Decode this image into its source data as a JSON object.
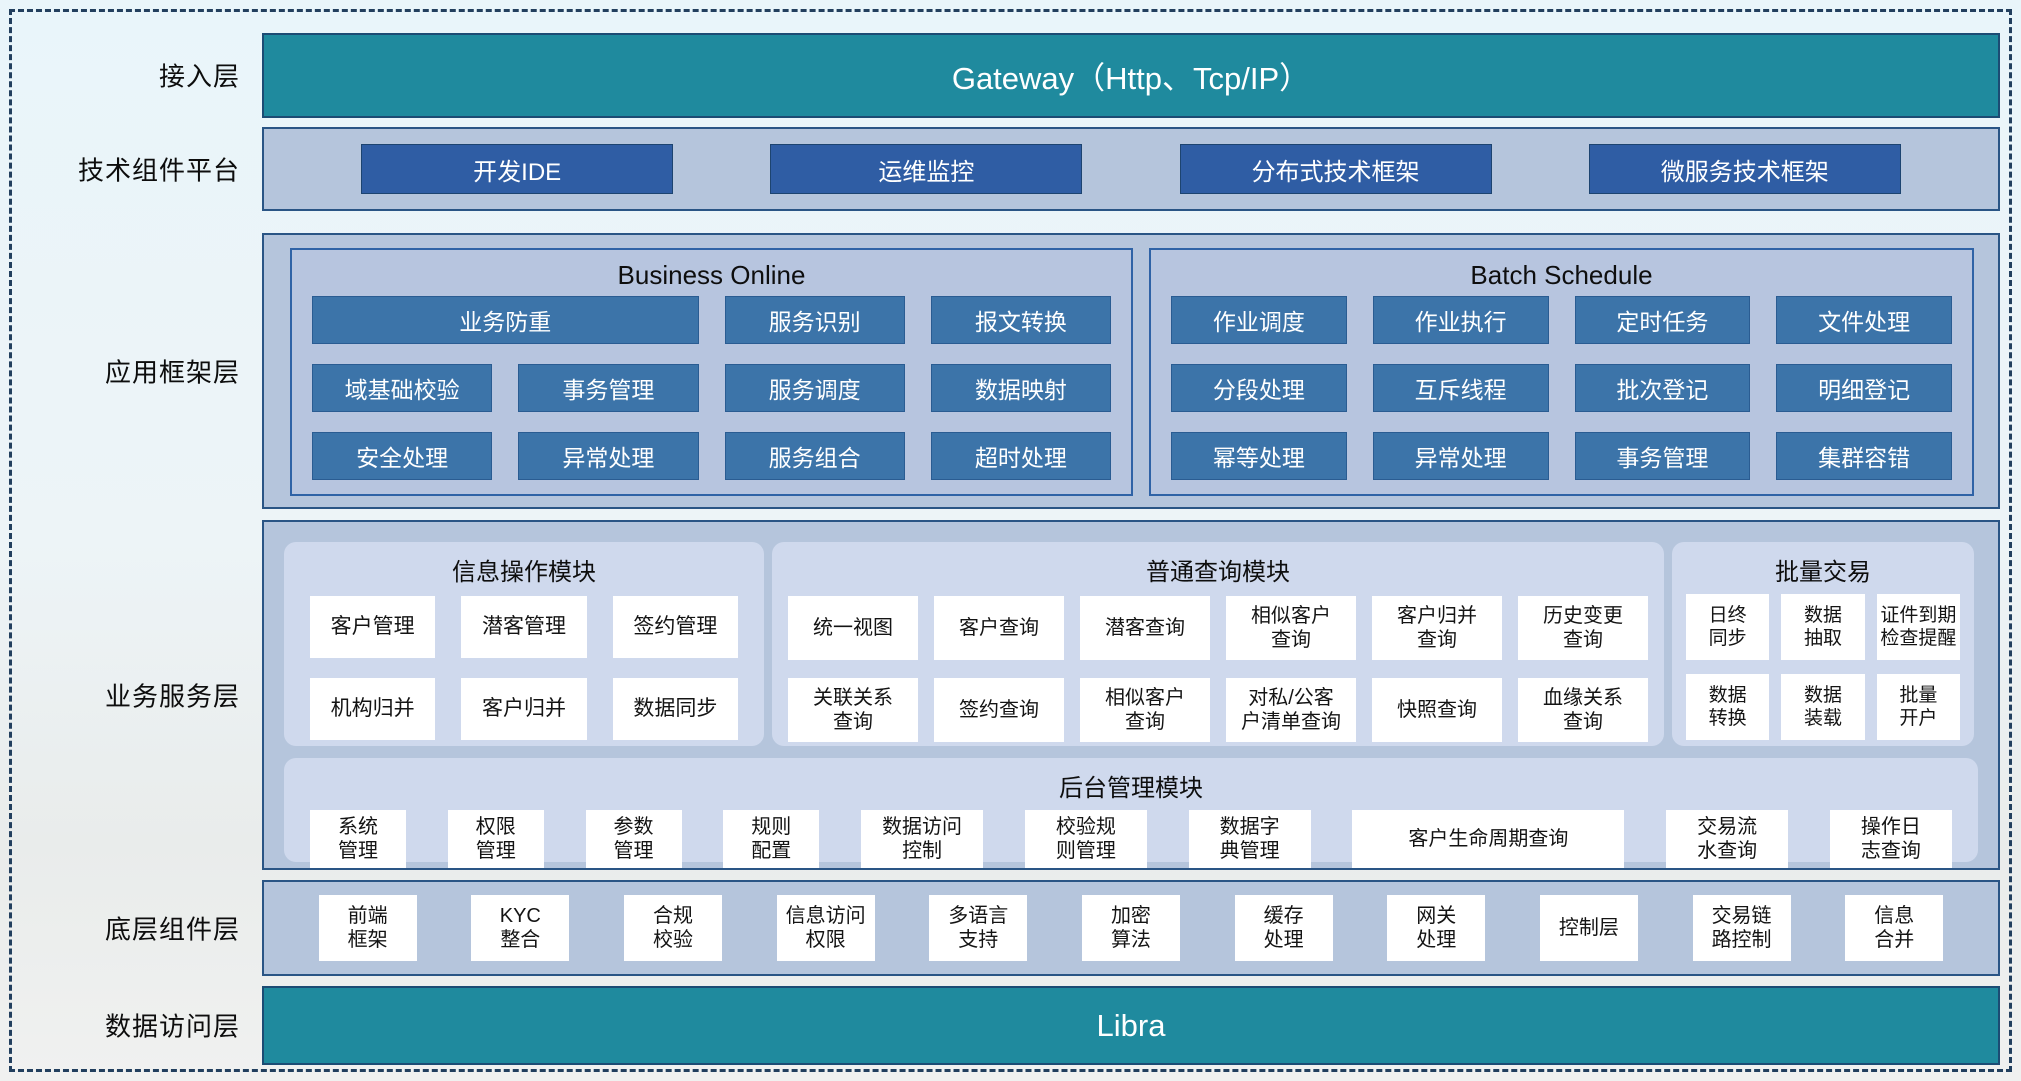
{
  "accent": {
    "teal": "#1f8a9e",
    "dark_blue_button": "#2f5da4",
    "steel_blue_button": "#3c74a9",
    "panel_blue": "#b5c5dc",
    "module_lavender": "#cfd9ed",
    "border_navy": "#2a5585"
  },
  "access_layer": {
    "label": "接入层",
    "gateway_title": "Gateway（Http、Tcp/IP）"
  },
  "tech_platform": {
    "label": "技术组件平台",
    "items": [
      "开发IDE",
      "运维监控",
      "分布式技术框架",
      "微服务技术框架"
    ]
  },
  "app_framework": {
    "label": "应用框架层",
    "business_online": {
      "title": "Business Online",
      "items": [
        "业务防重",
        "服务识别",
        "报文转换",
        "域基础校验",
        "事务管理",
        "服务调度",
        "数据映射",
        "安全处理",
        "异常处理",
        "服务组合",
        "超时处理"
      ]
    },
    "batch_schedule": {
      "title": "Batch Schedule",
      "items": [
        "作业调度",
        "作业执行",
        "定时任务",
        "文件处理",
        "分段处理",
        "互斥线程",
        "批次登记",
        "明细登记",
        "幂等处理",
        "异常处理",
        "事务管理",
        "集群容错"
      ]
    }
  },
  "business_service": {
    "label": "业务服务层",
    "info_module": {
      "title": "信息操作模块",
      "cards": [
        "客户管理",
        "潜客管理",
        "签约管理",
        "机构归并",
        "客户归并",
        "数据同步"
      ]
    },
    "query_module": {
      "title": "普通查询模块",
      "cards": [
        "统一视图",
        "客户查询",
        "潜客查询",
        "相似客户\n查询",
        "客户归并\n查询",
        "历史变更\n查询",
        "关联关系\n查询",
        "签约查询",
        "相似客户\n查询",
        "对私/公客\n户清单查询",
        "快照查询",
        "血缘关系\n查询"
      ]
    },
    "batch_module": {
      "title": "批量交易",
      "cards": [
        "日终\n同步",
        "数据\n抽取",
        "证件到期\n检查提醒",
        "数据\n转换",
        "数据\n装载",
        "批量\n开户"
      ]
    },
    "admin_module": {
      "title": "后台管理模块",
      "cards": [
        "系统\n管理",
        "权限\n管理",
        "参数\n管理",
        "规则\n配置",
        "数据访问\n控制",
        "校验规\n则管理",
        "数据字\n典管理",
        "客户生命周期查询",
        "交易流\n水查询",
        "操作日\n志查询"
      ]
    }
  },
  "base_components": {
    "label": "底层组件层",
    "cards": [
      "前端\n框架",
      "KYC\n整合",
      "合规\n校验",
      "信息访问\n权限",
      "多语言\n支持",
      "加密\n算法",
      "缓存\n处理",
      "网关\n处理",
      "控制层",
      "交易链\n路控制",
      "信息\n合并"
    ]
  },
  "data_access": {
    "label": "数据访问层",
    "bar_title": "Libra"
  }
}
